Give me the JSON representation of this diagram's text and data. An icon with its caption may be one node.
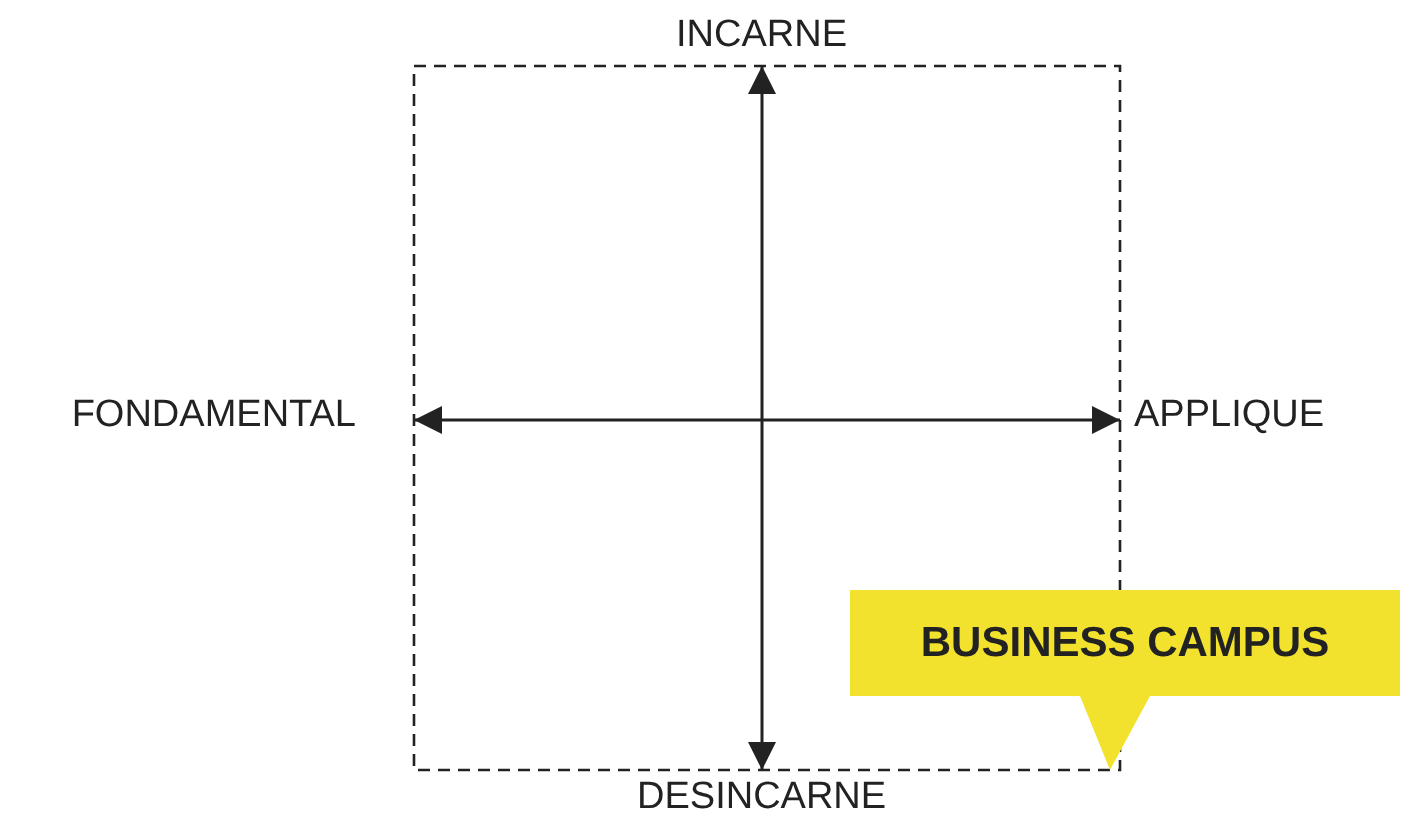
{
  "diagram": {
    "nodes": [
      {
        "text": [
          "BUSINESS CAMPUS"
        ]
      }
    ],
    "labels": [
      "INCARNE",
      "FONDAMENTAL",
      "APPLIQUE",
      "DESINCARNE"
    ]
  }
}
